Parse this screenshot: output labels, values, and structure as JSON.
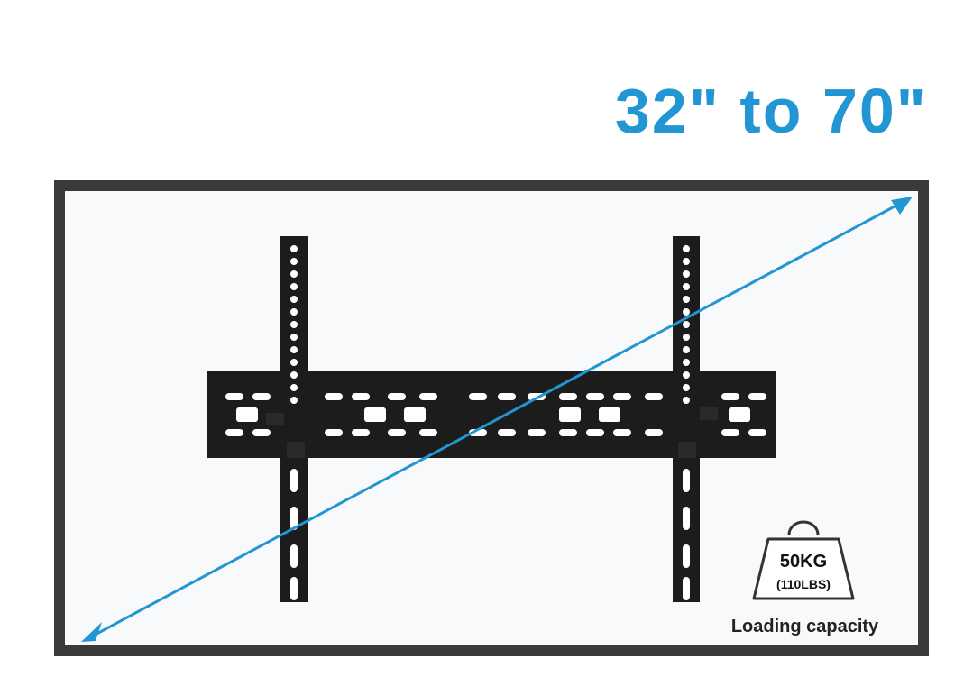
{
  "headline": {
    "size_range": "32\" to 70\"",
    "color": "#2196d3"
  },
  "capacity": {
    "weight_kg": "50KG",
    "weight_lbs": "(110LBS)",
    "caption": "Loading capacity",
    "icon": "weight-icon"
  },
  "colors": {
    "tv_bezel": "#3a3a3a",
    "bracket": "#1c1c1c",
    "arrow": "#2196d3"
  }
}
